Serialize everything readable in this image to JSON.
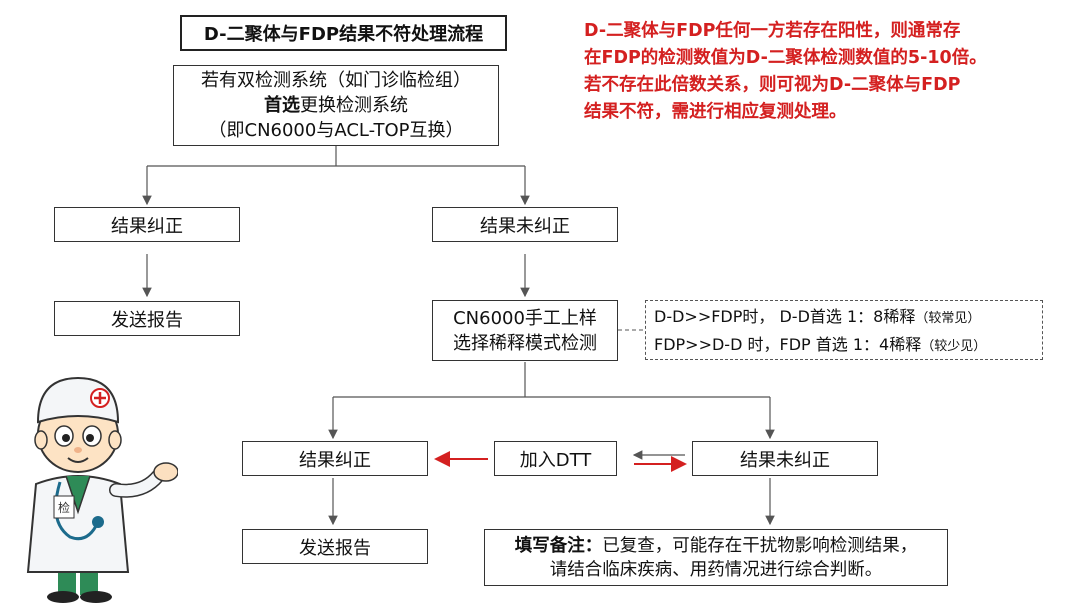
{
  "title": "D-二聚体与FDP结果不符处理流程",
  "note": {
    "lines": [
      "D-二聚体与FDP任何一方若存在阳性，则通常存",
      "在FDP的检测数值为D-二聚体检测数值的5-10倍。",
      "若不存在此倍数关系，则可视为D-二聚体与FDP",
      "结果不符，需进行相应复测处理。"
    ],
    "color": "#d42020"
  },
  "top_box": {
    "line1": "若有双检测系统（如门诊临检组）",
    "line2_bold": "首选",
    "line2_rest": "更换检测系统",
    "line3": "（即CN6000与ACL-TOP互换）"
  },
  "left_branch": {
    "result": "结果纠正",
    "report": "发送报告"
  },
  "right_branch": {
    "result": "结果未纠正"
  },
  "manual_box": {
    "line1": "CN6000手工上样",
    "line2": "选择稀释模式检测"
  },
  "dilution": {
    "row1_main": "D-D>>FDP时，  D-D首选 1：8稀释",
    "row1_note": "（较常见）",
    "row2_main": "FDP>>D-D 时，FDP 首选 1：4稀释",
    "row2_note": "（较少见）"
  },
  "dtt": {
    "label": "加入DTT",
    "left_result": "结果纠正",
    "right_result": "结果未纠正",
    "left_report": "发送报告"
  },
  "final_note": {
    "bold": "填写备注：",
    "rest": "已复查，可能存在干扰物影响检测结果，",
    "line2": "请结合临床疾病、用药情况进行综合判断。"
  },
  "doctor": {
    "badge": "检"
  },
  "colors": {
    "arrow_red": "#d42020",
    "line": "#555555"
  }
}
